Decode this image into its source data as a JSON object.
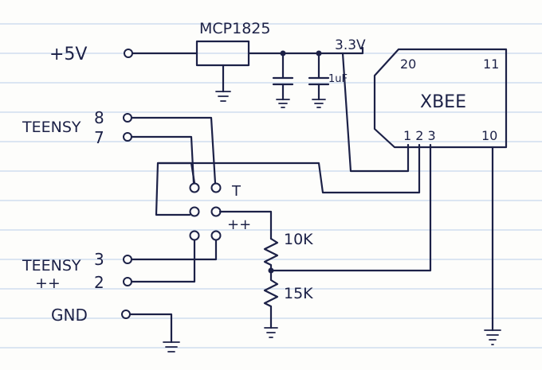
{
  "labels": {
    "plus5v": "+5V",
    "regulator": "MCP1825",
    "v33": "3.3V",
    "cap": "1uF",
    "xbee": "XBEE",
    "xbee_pin20": "20",
    "xbee_pin11": "11",
    "xbee_pin123": "1 2 3",
    "xbee_pin10": "10",
    "teensy_top": "TEENSY",
    "pin8": "8",
    "pin7": "7",
    "jumper_t": "T",
    "jumper_pp": "++",
    "r10k": "10K",
    "r15k": "15K",
    "teensy_bottom": "TEENSY",
    "teensy_pp": "++",
    "pin3": "3",
    "pin2": "2",
    "gnd": "GND"
  },
  "colors": {
    "ink": "#1c2147",
    "paper": "#fdfdfb",
    "rule_lines": "#b9cde8"
  }
}
